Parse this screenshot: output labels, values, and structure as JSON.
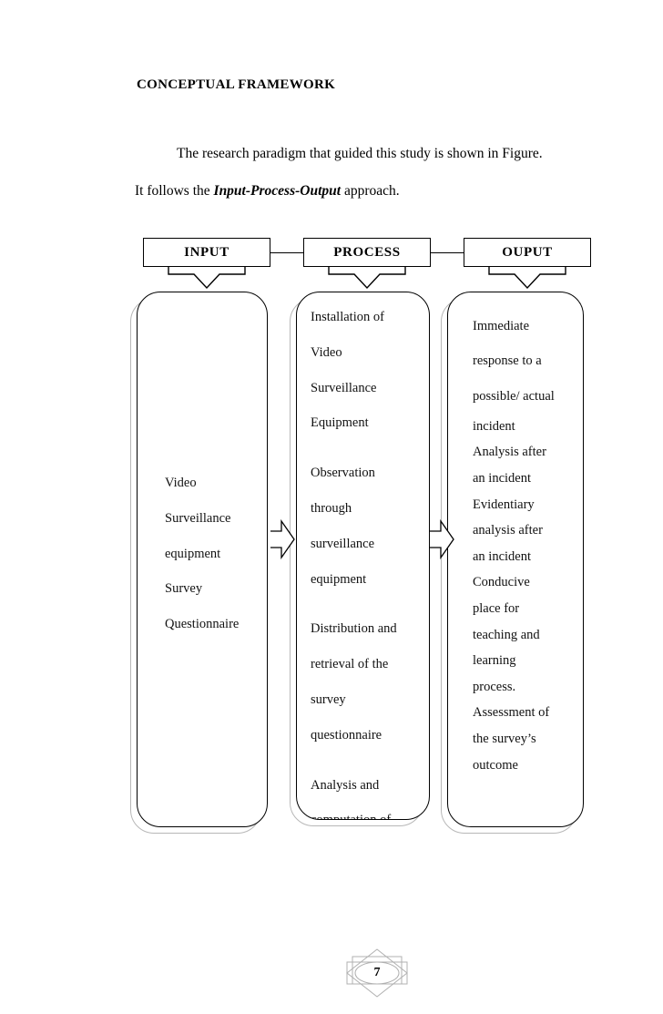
{
  "document": {
    "section_title": "CONCEPTUAL FRAMEWORK",
    "paragraph_1": "The research paradigm that guided this study is shown in Figure.",
    "paragraph_2_before": "It follows the ",
    "paragraph_2_emphasis": "Input-Process-Output",
    "paragraph_2_after": " approach.",
    "page_number": "7"
  },
  "diagram": {
    "headers": [
      {
        "id": "input",
        "label": "INPUT"
      },
      {
        "id": "process",
        "label": "PROCESS"
      },
      {
        "id": "output",
        "label": "OUPUT"
      }
    ],
    "columns": {
      "input": {
        "title": "INPUT",
        "lines": [
          "Video",
          "Surveillance",
          "equipment",
          "Survey",
          "Questionnaire"
        ]
      },
      "process": {
        "title": "PROCESS",
        "lines": [
          "Installation of",
          "Video",
          "Surveillance",
          "Equipment",
          "Observation",
          "through",
          "surveillance",
          "equipment",
          "Distribution and",
          "retrieval of the",
          "survey",
          "questionnaire",
          "Analysis and",
          "computation of"
        ]
      },
      "output": {
        "title": "OUPUT",
        "lines": [
          "Immediate",
          "response to a",
          "possible/ actual",
          "incident",
          "Analysis after",
          "an incident",
          "Evidentiary",
          "analysis after",
          "an incident",
          "Conducive",
          "place for",
          "teaching and",
          "learning",
          "process.",
          "Assessment of",
          "the survey’s",
          "outcome"
        ]
      }
    },
    "arrows": {
      "down": [
        "down-chevron-input",
        "down-chevron-process",
        "down-chevron-output"
      ],
      "between": [
        "arrow-input-to-process",
        "arrow-process-to-output"
      ]
    },
    "colors": {
      "outline": "#000000",
      "shadow": "#b7b7b7",
      "ornament": "#b0b0b0",
      "text": "#111111"
    }
  }
}
